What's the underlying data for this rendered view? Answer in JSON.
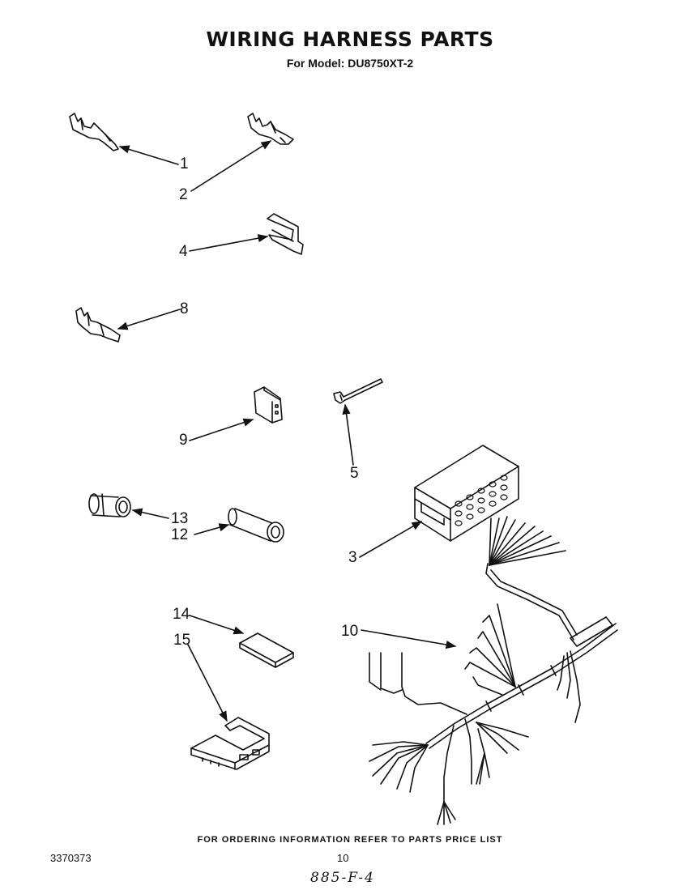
{
  "header": {
    "title": "WIRING HARNESS PARTS",
    "subtitle": "For Model: DU8750XT-2"
  },
  "callouts": {
    "c1": "1",
    "c2": "2",
    "c3": "3",
    "c4": "4",
    "c5": "5",
    "c8": "8",
    "c9": "9",
    "c10": "10",
    "c12": "12",
    "c13": "13",
    "c14": "14",
    "c15": "15"
  },
  "footer": {
    "ordering_note": "FOR ORDERING INFORMATION REFER TO PARTS PRICE LIST",
    "document_number": "3370373",
    "page_number": "10",
    "handwritten_note": "885-F-4"
  }
}
